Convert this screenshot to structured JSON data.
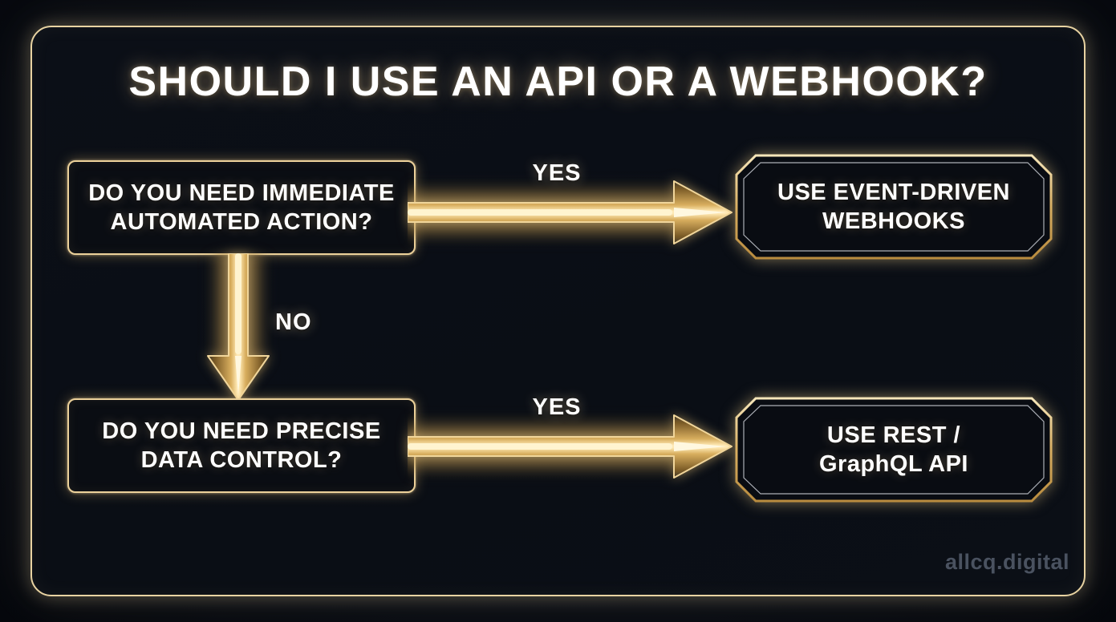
{
  "title": "SHOULD I USE AN API OR A WEBHOOK?",
  "flowchart": {
    "question1": {
      "line1": "DO YOU NEED IMMEDIATE",
      "line2": "AUTOMATED ACTION?"
    },
    "result1": {
      "line1": "USE EVENT-DRIVEN",
      "line2": "WEBHOOKS"
    },
    "question2": {
      "line1": "DO YOU NEED PRECISE",
      "line2": "DATA CONTROL?"
    },
    "result2": {
      "line1": "USE REST /",
      "line2": "GraphQL API"
    },
    "labels": {
      "yes_top": "YES",
      "no": "NO",
      "yes_bottom": "YES"
    }
  },
  "watermark": "allcq.digital",
  "colors": {
    "background": "#0a0e15",
    "accent_gold": "#e8c987",
    "beam_bright": "#fff3d0",
    "text": "#ffffff",
    "watermark_text": "#4a5260"
  }
}
